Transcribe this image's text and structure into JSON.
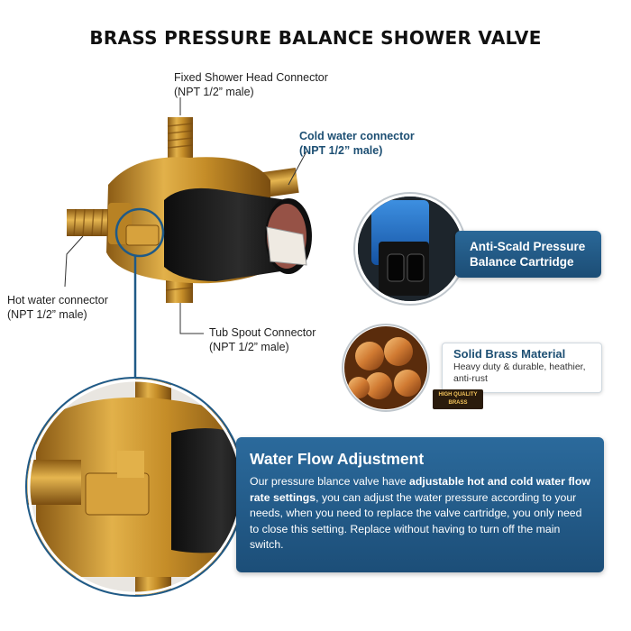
{
  "title": "BRASS PRESSURE BALANCE SHOWER VALVE",
  "labels": {
    "fixed_head": [
      "Fixed Shower Head Connector",
      "(NPT 1/2” male)"
    ],
    "cold": [
      "Cold water connector",
      "(NPT 1/2” male)"
    ],
    "hot": [
      "Hot water connector",
      "(NPT 1/2” male)"
    ],
    "tub": [
      "Tub Spout Connector",
      "(NPT 1/2” male)"
    ]
  },
  "cartridge": {
    "title_line1": "Anti-Scald Pressure",
    "title_line2": "Balance Cartridge"
  },
  "brass": {
    "title": "Solid Brass Material",
    "desc_line1": "Heavy duty & durable, heathier,",
    "desc_line2": "anti-rust",
    "badge_line1": "HIGH QUALITY",
    "badge_line2": "BRASS"
  },
  "flow": {
    "title": "Water Flow Adjustment",
    "part1": "Our pressure blance valve have ",
    "bold": "adjustable hot and cold water flow rate settings",
    "part2": ", you can adjust the water pressure according to your needs, when you need to replace the valve cartridge, you only need to close this setting. Replace without having to turn off the main switch."
  },
  "colors": {
    "accent_blue": "#1f5a87",
    "brass": "#c9952e",
    "valve_black": "#1b1b1b"
  }
}
